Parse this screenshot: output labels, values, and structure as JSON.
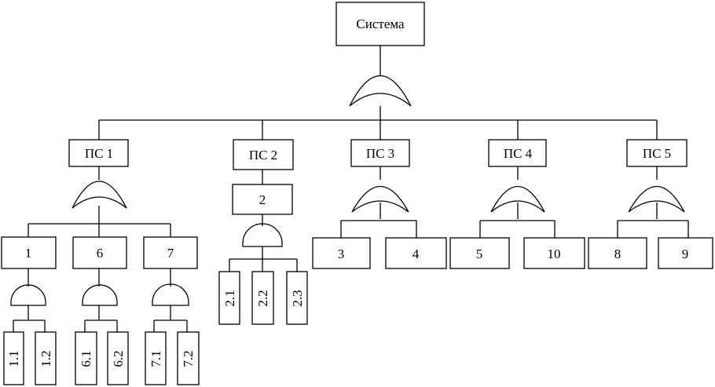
{
  "diagram": {
    "root": "Система",
    "subsystems": [
      {
        "label": "ПС 1",
        "gate": "or",
        "children": [
          {
            "label": "1",
            "gate": "and",
            "children": [
              "1.1",
              "1.2"
            ]
          },
          {
            "label": "6",
            "gate": "and",
            "children": [
              "6.1",
              "6.2"
            ]
          },
          {
            "label": "7",
            "gate": "and",
            "children": [
              "7.1",
              "7.2"
            ]
          }
        ]
      },
      {
        "label": "ПС 2",
        "gate": "none",
        "children": [
          {
            "label": "2",
            "gate": "and",
            "children": [
              "2.1",
              "2.2",
              "2.3"
            ]
          }
        ]
      },
      {
        "label": "ПС 3",
        "gate": "or",
        "children": [
          {
            "label": "3"
          },
          {
            "label": "4"
          }
        ]
      },
      {
        "label": "ПС 4",
        "gate": "or",
        "children": [
          {
            "label": "5"
          },
          {
            "label": "10"
          }
        ]
      },
      {
        "label": "ПС 5",
        "gate": "or",
        "children": [
          {
            "label": "8"
          },
          {
            "label": "9"
          }
        ]
      }
    ],
    "root_gate": "or"
  }
}
